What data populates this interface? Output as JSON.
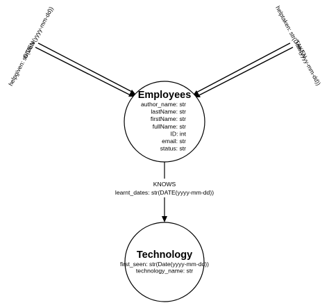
{
  "nodes": {
    "employees": {
      "title": "Employees",
      "properties": [
        "author_name: str",
        "lastName: str",
        "firstName: str",
        "fullName: str",
        "ID: int",
        "email: str",
        "status: str"
      ]
    },
    "technology": {
      "title": "Technology",
      "properties": [
        "first_seen: str(Date(yyyy-mm-dd))",
        "technology_name: str"
      ]
    }
  },
  "edges": {
    "given": {
      "label": "GIVEN",
      "property": "helpgiven: str(Date(yyyy-mm-dd))"
    },
    "taken": {
      "label": "TAKEN",
      "property": "helptaken: str(Date(yyyy-mm-dd))"
    },
    "knows": {
      "label": "KNOWS",
      "property": "learnt_dates: str(DATE(yyyy-mm-dd))"
    }
  },
  "colors": {
    "stroke": "#000000",
    "background": "#ffffff",
    "text": "#000000"
  }
}
